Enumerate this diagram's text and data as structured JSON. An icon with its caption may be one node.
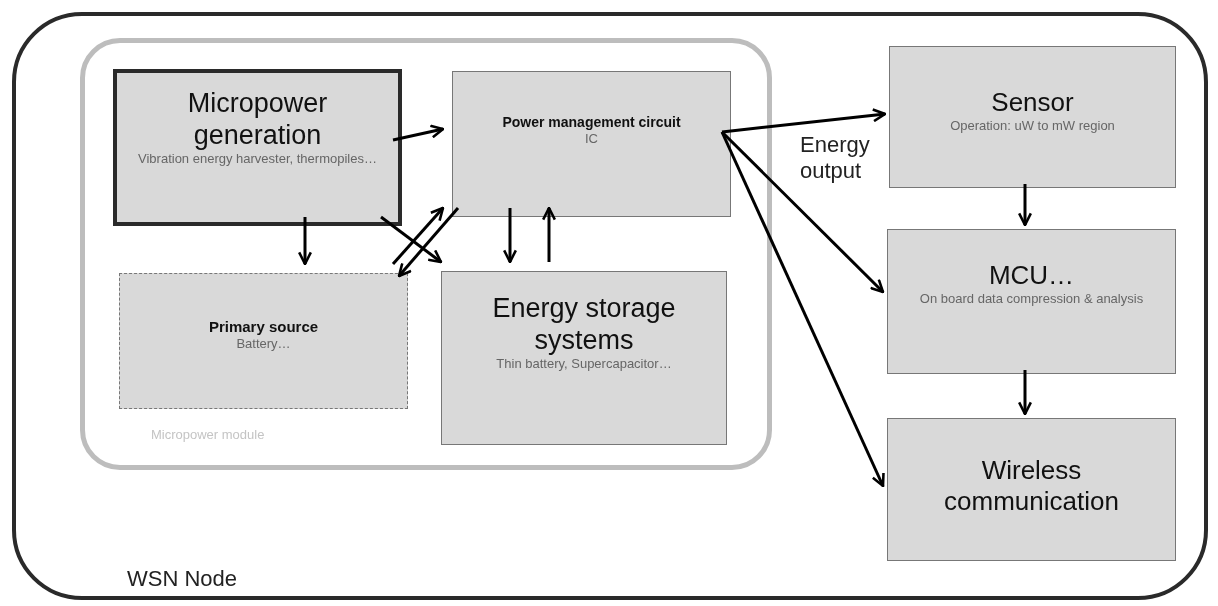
{
  "diagram": {
    "nodes": [
      {
        "text": [
          "WSN Node"
        ]
      },
      {
        "text": [
          "Micropower module"
        ],
        "in": 0
      },
      {
        "text": [
          "Micropower generation",
          "Vibration energy harvester, thermopiles…"
        ],
        "in": 1
      },
      {
        "text": [
          "Power management circuit",
          "IC"
        ],
        "in": 1
      },
      {
        "text": [
          "Primary source",
          "Battery…"
        ],
        "in": 1
      },
      {
        "text": [
          "Energy storage systems",
          "Thin battery, Supercapacitor…"
        ],
        "in": 1
      },
      {
        "text": [
          "Sensor",
          "Operation: uW to mW region"
        ],
        "in": 0
      },
      {
        "text": [
          "MCU…",
          "On board data compression & analysis"
        ],
        "in": 0
      },
      {
        "text": [
          "Wireless communication"
        ],
        "in": 0
      }
    ],
    "edges": [
      {
        "from": 2,
        "to": 3,
        "arrow": "to"
      },
      {
        "from": 2,
        "to": 4,
        "arrow": "to"
      },
      {
        "from": 2,
        "to": 5,
        "arrow": "to"
      },
      {
        "from": 4,
        "to": 3,
        "arrow": "to"
      },
      {
        "from": 3,
        "to": 4,
        "arrow": "to"
      },
      {
        "from": 3,
        "to": 5,
        "arrow": "to"
      },
      {
        "from": 5,
        "to": 3,
        "arrow": "to"
      },
      {
        "from": 3,
        "to": 6,
        "arrow": "to"
      },
      {
        "from": 3,
        "to": 7,
        "arrow": "to"
      },
      {
        "from": 3,
        "to": 8,
        "arrow": "to"
      },
      {
        "from": 6,
        "to": 7,
        "arrow": "to"
      },
      {
        "from": 7,
        "to": 8,
        "arrow": "to"
      }
    ],
    "labels": [
      "Energy output"
    ]
  }
}
